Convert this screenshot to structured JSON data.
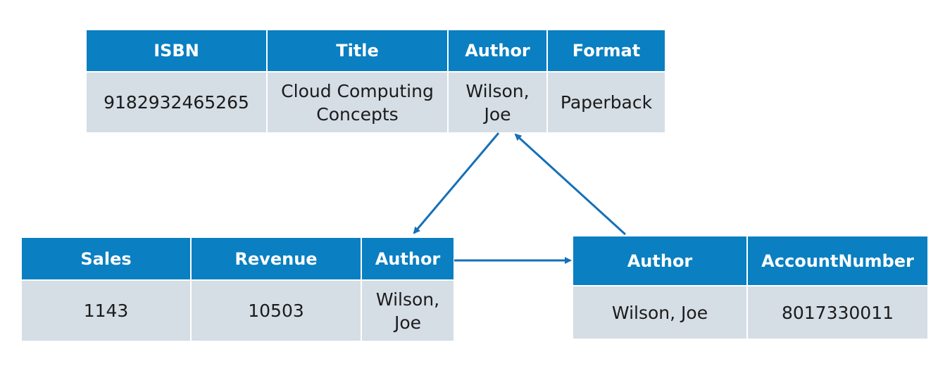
{
  "tables": {
    "books": {
      "headers": [
        "ISBN",
        "Title",
        "Author",
        "Format"
      ],
      "row": [
        "9182932465265",
        "Cloud Computing Concepts",
        "Wilson, Joe",
        "Paperback"
      ]
    },
    "sales": {
      "headers": [
        "Sales",
        "Revenue",
        "Author"
      ],
      "row": [
        "1143",
        "10503",
        "Wilson, Joe"
      ]
    },
    "accounts": {
      "headers": [
        "Author",
        "AccountNumber"
      ],
      "row": [
        "Wilson, Joe",
        "8017330011"
      ]
    }
  },
  "colors": {
    "header_bg": "#0a7fc1",
    "cell_bg": "#d5dde5",
    "arrow": "#1570b8"
  }
}
